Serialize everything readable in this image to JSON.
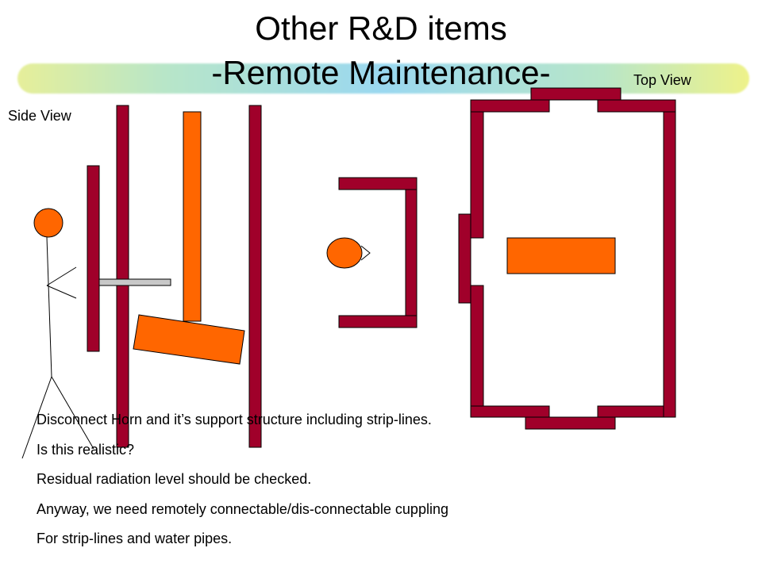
{
  "title": {
    "line1": "Other R&D items",
    "line2": "-Remote Maintenance-"
  },
  "labels": {
    "top_view": "Top View",
    "side_view": "Side View"
  },
  "bullets": [
    "Disconnect Horn and it’s support structure including strip-lines.",
    "Is this realistic?",
    "Residual radiation level should be checked.",
    "Anyway, we need remotely connectable/dis-connectable cuppling",
    "For strip-lines and water pipes."
  ],
  "colors": {
    "wall": "#a0002a",
    "horn": "#ff6600",
    "pipe": "#c8c8c8",
    "outline": "#000000"
  }
}
